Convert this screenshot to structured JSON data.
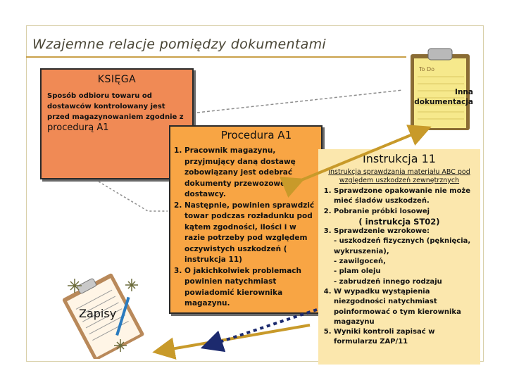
{
  "title": "Wzajemne relacje pomiędzy dokumentami",
  "ksiega": {
    "heading": "KSIĘGA",
    "text": "Sposób odbioru towaru od dostawców kontrolowany jest przed magazynowaniem zgodnie z ",
    "text_highlight": "procedurą A1"
  },
  "inna": {
    "line1": "Inna",
    "line2": "dokumentacja"
  },
  "procedura": {
    "heading": "Procedura A1",
    "items": [
      "Pracownik magazynu, przyjmujący daną dostawę zobowiązany jest odebrać dokumenty przewozowe od dostawcy.",
      "Następnie, powinien sprawdzić towar podczas rozładunku pod kątem zgodności, ilości i w razie potrzeby pod względem oczywistych uszkodzeń ( instrukcja 11)",
      "O jakichkolwiek problemach powinien natychmiast powiadomić kierownika magazynu."
    ]
  },
  "instrukcja": {
    "heading": "Instrukcja 11",
    "subtitle": "Instrukcja sprawdzania materiału ABC pod względem uszkodzeń zewnętrznych",
    "item1": "Sprawdzone opakowanie nie może mieć śladów uszkodzeń.",
    "item2": "Pobranie próbki losowej",
    "code": "( instrukcja ST02)",
    "item3": "Sprawdzenie wzrokowe:",
    "dash1": "- uszkodzeń fizycznych (pęknięcia, wykruszenia),",
    "dash2": "- zawilgoceń,",
    "dash3": "- plam oleju",
    "dash4": "- zabrudzeń innego rodzaju",
    "item4": "W wypadku wystąpienia niezgodności natychmiast poinformować o tym kierownika magazynu",
    "item5": "Wyniki kontroli zapisać w formularzu ZAP/11"
  },
  "zapisy": "Zapisy",
  "clipboard_note": "To Do",
  "colors": {
    "ksiega": "#f08a55",
    "procedura": "#f8a544",
    "instrukcja": "#fbe7ad",
    "arrow": "#c89a2a",
    "arrow_dark": "#1c2a6e"
  }
}
